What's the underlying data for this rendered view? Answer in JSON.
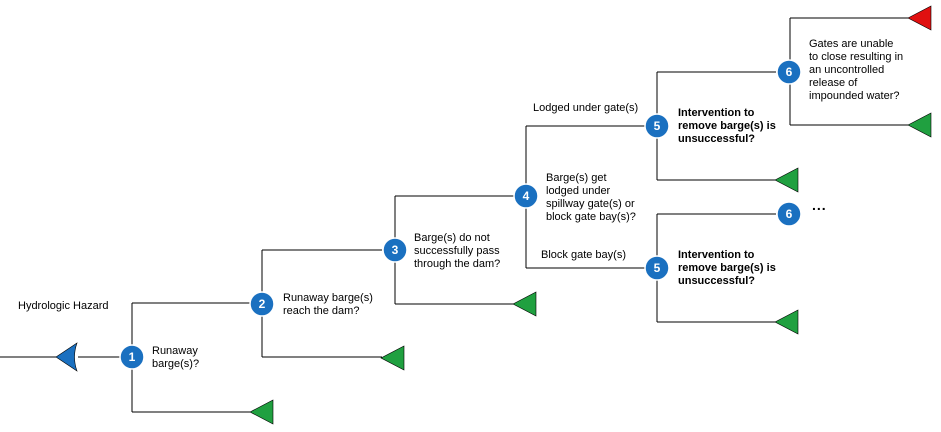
{
  "diagram": {
    "colors": {
      "node": "#1a70c0",
      "line": "#000000",
      "end_green": "#20a040",
      "end_red": "#e01010",
      "start": "#1a70c0"
    },
    "start_label": "Hydrologic Hazard",
    "nodes": [
      {
        "id": "n1",
        "number": "1",
        "label": "Runaway\nbarge(s)?"
      },
      {
        "id": "n2",
        "number": "2",
        "label": "Runaway  barge(s)\nreach the dam?"
      },
      {
        "id": "n3",
        "number": "3",
        "label": "Barge(s)  do not\nsuccessfully pass\nthrough the dam?"
      },
      {
        "id": "n4",
        "number": "4",
        "label": "Barge(s)  get\nlodged under\nspillway gate(s)  or\nblock gate bay(s)?"
      },
      {
        "id": "n5a",
        "number": "5",
        "label": "Intervention to\nremove barge(s)  is\nunsuccessful?"
      },
      {
        "id": "n5b",
        "number": "5",
        "label": "Intervention to\nremove barge(s)  is\nunsuccessful?"
      },
      {
        "id": "n6a",
        "number": "6",
        "label": "Gates are unable\nto close resulting in\nan uncontrolled\nrelease of\nimpounded water?"
      },
      {
        "id": "n6b",
        "number": "6",
        "label": ""
      }
    ],
    "branch_labels": [
      {
        "id": "lodged",
        "text": "Lodged under gate(s)"
      },
      {
        "id": "block",
        "text": "Block gate bay(s)"
      }
    ],
    "continuation": "..."
  }
}
